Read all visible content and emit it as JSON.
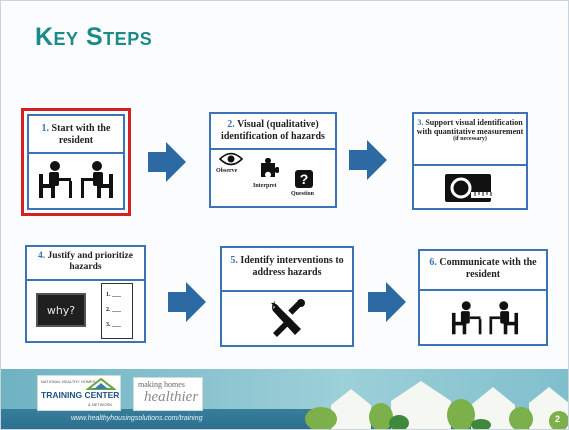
{
  "title": "Key Steps",
  "steps": [
    {
      "num": "1.",
      "text": "Start with the resident"
    },
    {
      "num": "2.",
      "text": "Visual (qualitative) identification of hazards",
      "labels": {
        "observe": "Observe",
        "interpret": "Interpret",
        "question": "Question"
      }
    },
    {
      "num": "3.",
      "text": "Support visual identification with quantitative measurement",
      "note": "(if necessary)"
    },
    {
      "num": "4.",
      "text": "Justify and prioritize hazards",
      "why": "why?",
      "list": [
        "1.",
        "2.",
        "3."
      ]
    },
    {
      "num": "5.",
      "text": "Identify interventions to address hazards"
    },
    {
      "num": "6.",
      "text": "Communicate with the resident"
    }
  ],
  "footer": {
    "logo1_top": "NATIONAL HEALTHY HOMES",
    "logo1_main": "TRAINING CENTER",
    "logo1_sub": "& NETWORK",
    "logo2_top": "making homes",
    "logo2_main": "healthier",
    "url": "www.healthyhousingsolutions.com/training",
    "page": "2"
  },
  "colors": {
    "accent": "#3b73b6",
    "title": "#1a8a8a",
    "highlight": "#d61f1f"
  }
}
